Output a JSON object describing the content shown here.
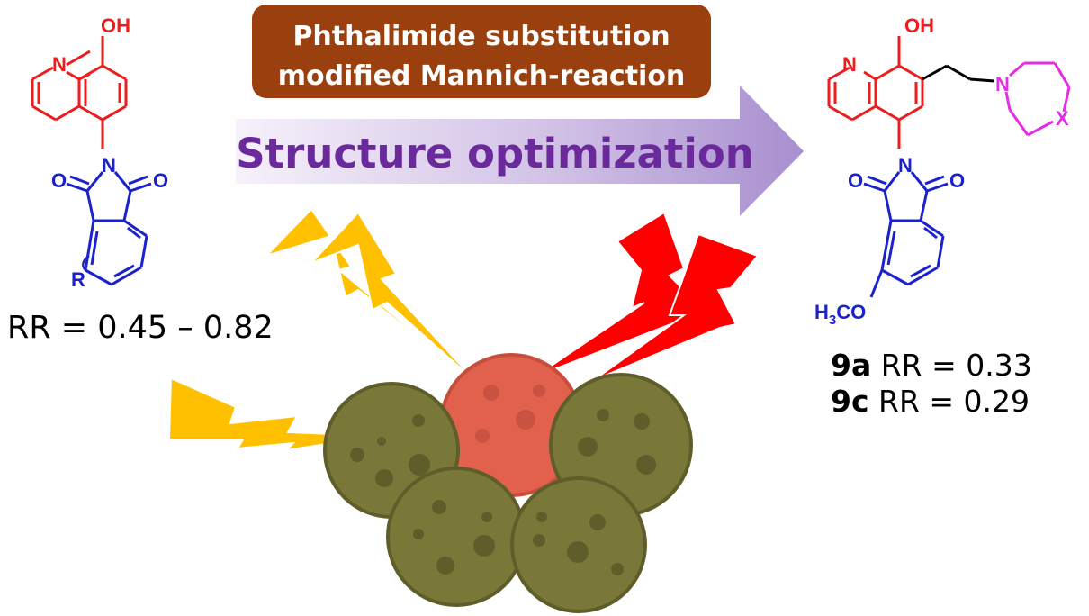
{
  "banner": {
    "line1": "Phthalimide substitution",
    "line2": "modified Mannich-reaction"
  },
  "arrow_label": "Structure optimization",
  "left_molecule": {
    "oh": "OH",
    "n_ring": "N",
    "n_imide": "N",
    "o_left": "O",
    "o_right": "O",
    "r_group": "R",
    "rr_text": "RR = 0.45 – 0.82"
  },
  "right_molecule": {
    "oh": "OH",
    "n_ring": "N",
    "n_amine": "N",
    "x_group": "X",
    "n_imide": "N",
    "o_left": "O",
    "o_right": "O",
    "methoxy_h3": "H",
    "methoxy_3": "3",
    "methoxy_co": "CO",
    "compound_a": {
      "id": "9a",
      "rr": " RR = 0.33"
    },
    "compound_c": {
      "id": "9c",
      "rr": " RR = 0.29"
    }
  },
  "colors": {
    "quinoline": "#ee1c1c",
    "phthalimide": "#1b22cc",
    "amine_ring": "#e32ee6",
    "banner_fill": "#9a3f0e",
    "arrow_fill": "#b9a3d8",
    "arrow_text": "#6a2a9b",
    "bolt_yellow": "#ffc000",
    "bolt_red": "#ff0000",
    "cell_olive": "#7a7838",
    "cell_red": "#e2614c"
  },
  "icons": [
    "lightning-bolt-icon",
    "bacterial-cell-icon"
  ]
}
